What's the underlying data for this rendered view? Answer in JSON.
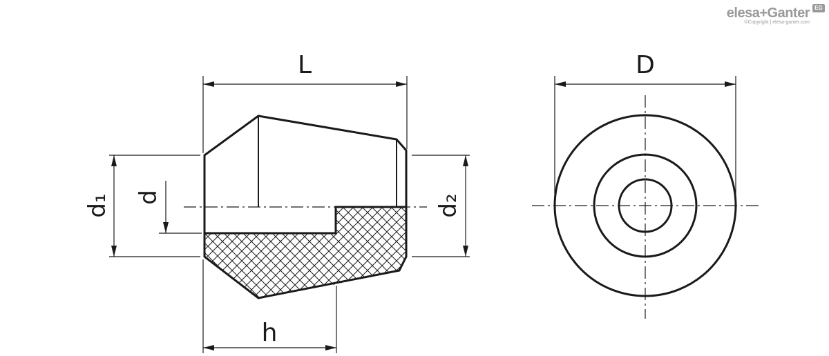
{
  "brand": {
    "name": "elesa+Ganter",
    "badge": "EG",
    "copyright": "©Copyright | elesa-ganter.com"
  },
  "dimensions": {
    "length": "L",
    "diameter": "D",
    "d1": "d₁",
    "d": "d",
    "d2": "d₂",
    "h": "h"
  },
  "colors": {
    "line": "#1a1a1a",
    "brand_gray": "#9a9a9a"
  }
}
